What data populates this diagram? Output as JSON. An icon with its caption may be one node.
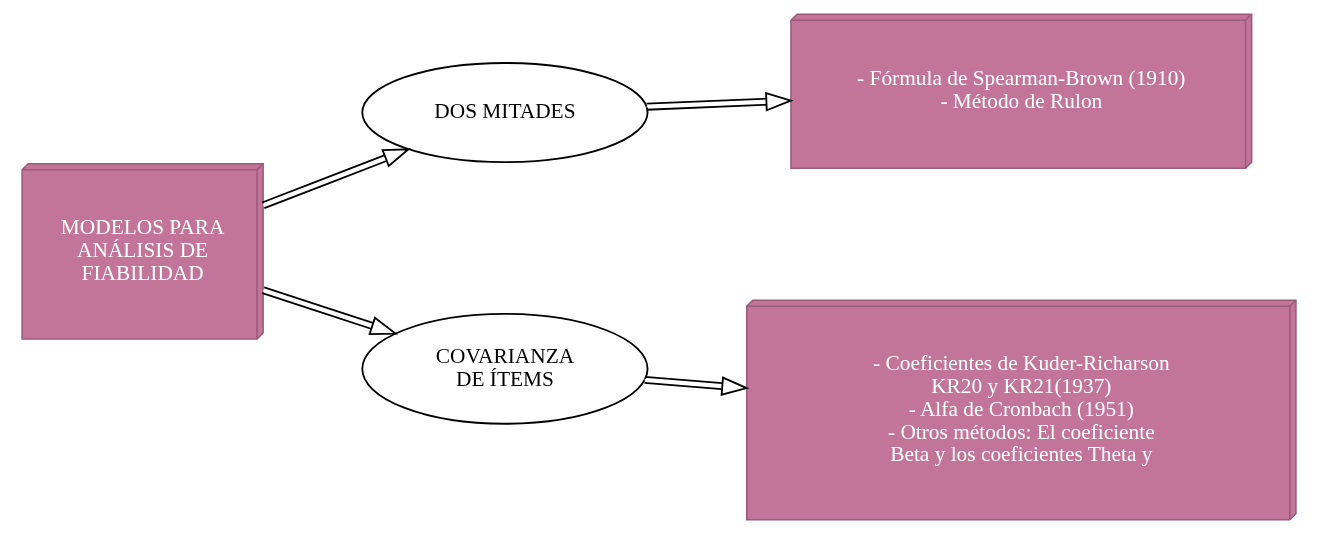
{
  "diagram": {
    "nodes": [
      {
        "text": [
          "MODELOS PARA ANÁLISIS DE FIABILIDAD"
        ]
      },
      {
        "text": [
          "DOS MITADES"
        ]
      },
      {
        "text": [
          "- Fórmula de Spearman-Brown (1910)",
          "- Método de Rulon"
        ]
      },
      {
        "text": [
          "COVARIANZA DE ÍTEMS"
        ]
      },
      {
        "text": [
          "- Coeficientes de Kuder-Richarson KR20 y KR21(1937)",
          "- Alfa de Cronbach (1951)",
          "- Otros métodos: El coeficiente Beta y los coeficientes Theta y"
        ]
      }
    ],
    "edges": [
      {
        "from": 0,
        "to": 1,
        "arrow": "to"
      },
      {
        "from": 1,
        "to": 2,
        "arrow": "to"
      },
      {
        "from": 0,
        "to": 3,
        "arrow": "to"
      },
      {
        "from": 3,
        "to": 4,
        "arrow": "to"
      }
    ]
  }
}
